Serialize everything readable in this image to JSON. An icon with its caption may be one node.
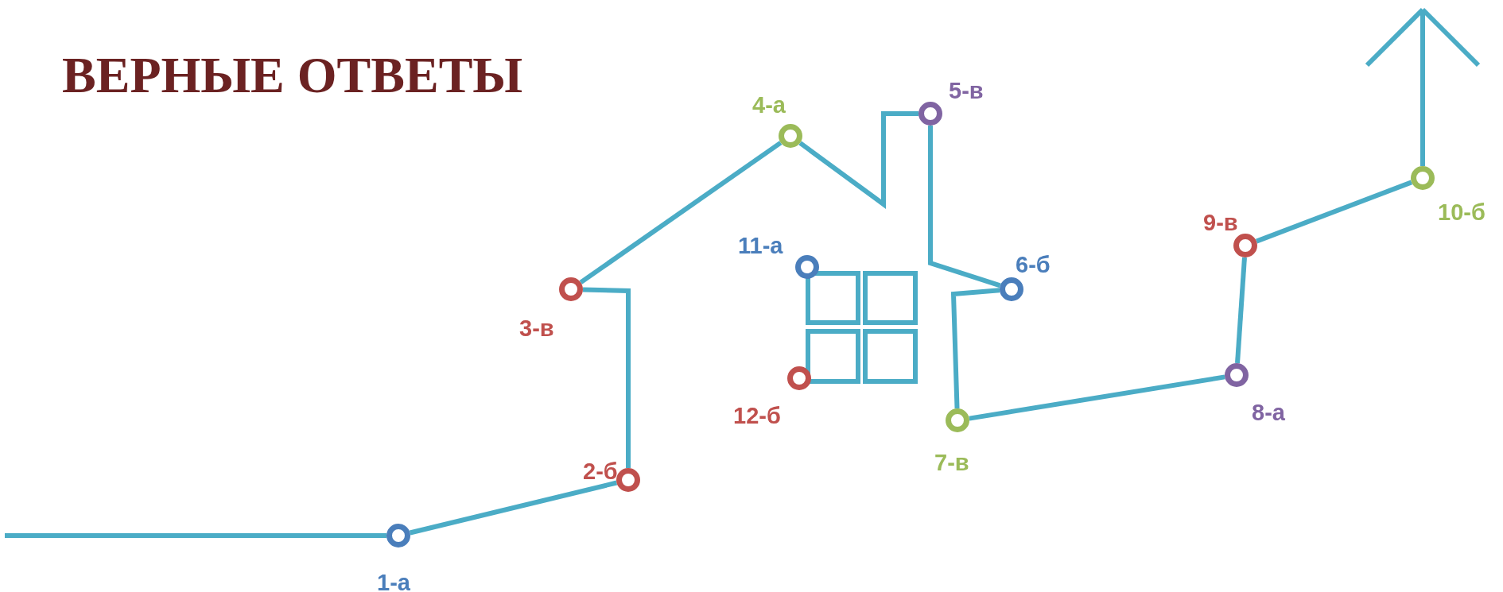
{
  "diagram": {
    "title": "ВЕРНЫЕ ОТВЕТЫ",
    "nodes": [
      {
        "text": [
          "1-а"
        ]
      },
      {
        "text": [
          "2-б"
        ]
      },
      {
        "text": [
          "3-в"
        ]
      },
      {
        "text": [
          "4-а"
        ]
      },
      {
        "text": [
          "5-в"
        ]
      },
      {
        "text": [
          "6-б"
        ]
      },
      {
        "text": [
          "7-в"
        ]
      },
      {
        "text": [
          "8-а"
        ]
      },
      {
        "text": [
          "9-в"
        ]
      },
      {
        "text": [
          "10-б"
        ]
      },
      {
        "text": [
          "11-а"
        ]
      },
      {
        "text": [
          "12-б"
        ]
      }
    ],
    "edges": [
      {
        "from": null,
        "to": 0,
        "arrow": "none"
      },
      {
        "from": 0,
        "to": 1,
        "arrow": "none"
      },
      {
        "from": 1,
        "to": 2,
        "arrow": "none"
      },
      {
        "from": 2,
        "to": 3,
        "arrow": "none"
      },
      {
        "from": 3,
        "to": 4,
        "arrow": "none"
      },
      {
        "from": 4,
        "to": 5,
        "arrow": "none"
      },
      {
        "from": 5,
        "to": 6,
        "arrow": "none"
      },
      {
        "from": 6,
        "to": 7,
        "arrow": "none"
      },
      {
        "from": 7,
        "to": 8,
        "arrow": "none"
      },
      {
        "from": 8,
        "to": 9,
        "arrow": "none"
      },
      {
        "from": 9,
        "to": null,
        "arrow": "to"
      }
    ]
  }
}
